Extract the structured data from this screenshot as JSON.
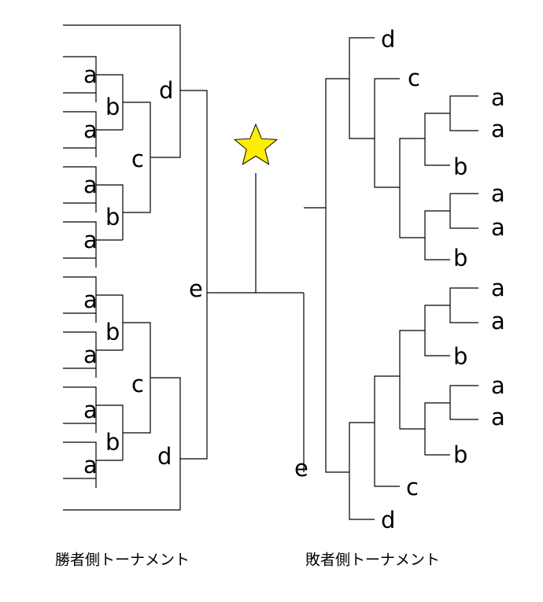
{
  "star_color": "#ffee00",
  "winners_bracket": {
    "caption": "勝者側トーナメント",
    "labels": [
      "a",
      "b",
      "a",
      "c",
      "a",
      "b",
      "a",
      "d",
      "e",
      "a",
      "b",
      "a",
      "c",
      "a",
      "b",
      "a",
      "d"
    ]
  },
  "losers_bracket": {
    "caption": "敗者側トーナメント",
    "labels": [
      "d",
      "c",
      "a",
      "a",
      "b",
      "a",
      "a",
      "b",
      "a",
      "a",
      "b",
      "a",
      "a",
      "b",
      "c",
      "d",
      "e"
    ]
  }
}
